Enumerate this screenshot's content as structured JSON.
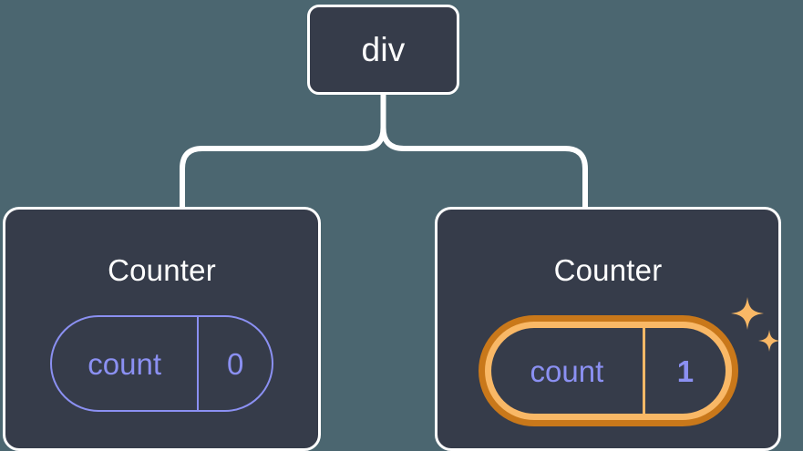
{
  "diagram": {
    "type": "component-tree",
    "background_color": "#4b6670",
    "node_fill_color": "#363c4a",
    "node_border_color": "#ffffff",
    "connector_color": "#ffffff",
    "state_color": "#8b90f2",
    "highlight_outer_color": "#c9781a",
    "highlight_inner_color": "#f9b866",
    "root": {
      "label": "div"
    },
    "children": [
      {
        "title": "Counter",
        "state": {
          "key": "count",
          "value": "0"
        },
        "highlighted": false,
        "sparkles": false
      },
      {
        "title": "Counter",
        "state": {
          "key": "count",
          "value": "1"
        },
        "highlighted": true,
        "sparkles": true
      }
    ],
    "icons": {
      "sparkle_large": "sparkle-icon",
      "sparkle_small": "sparkle-icon"
    }
  }
}
